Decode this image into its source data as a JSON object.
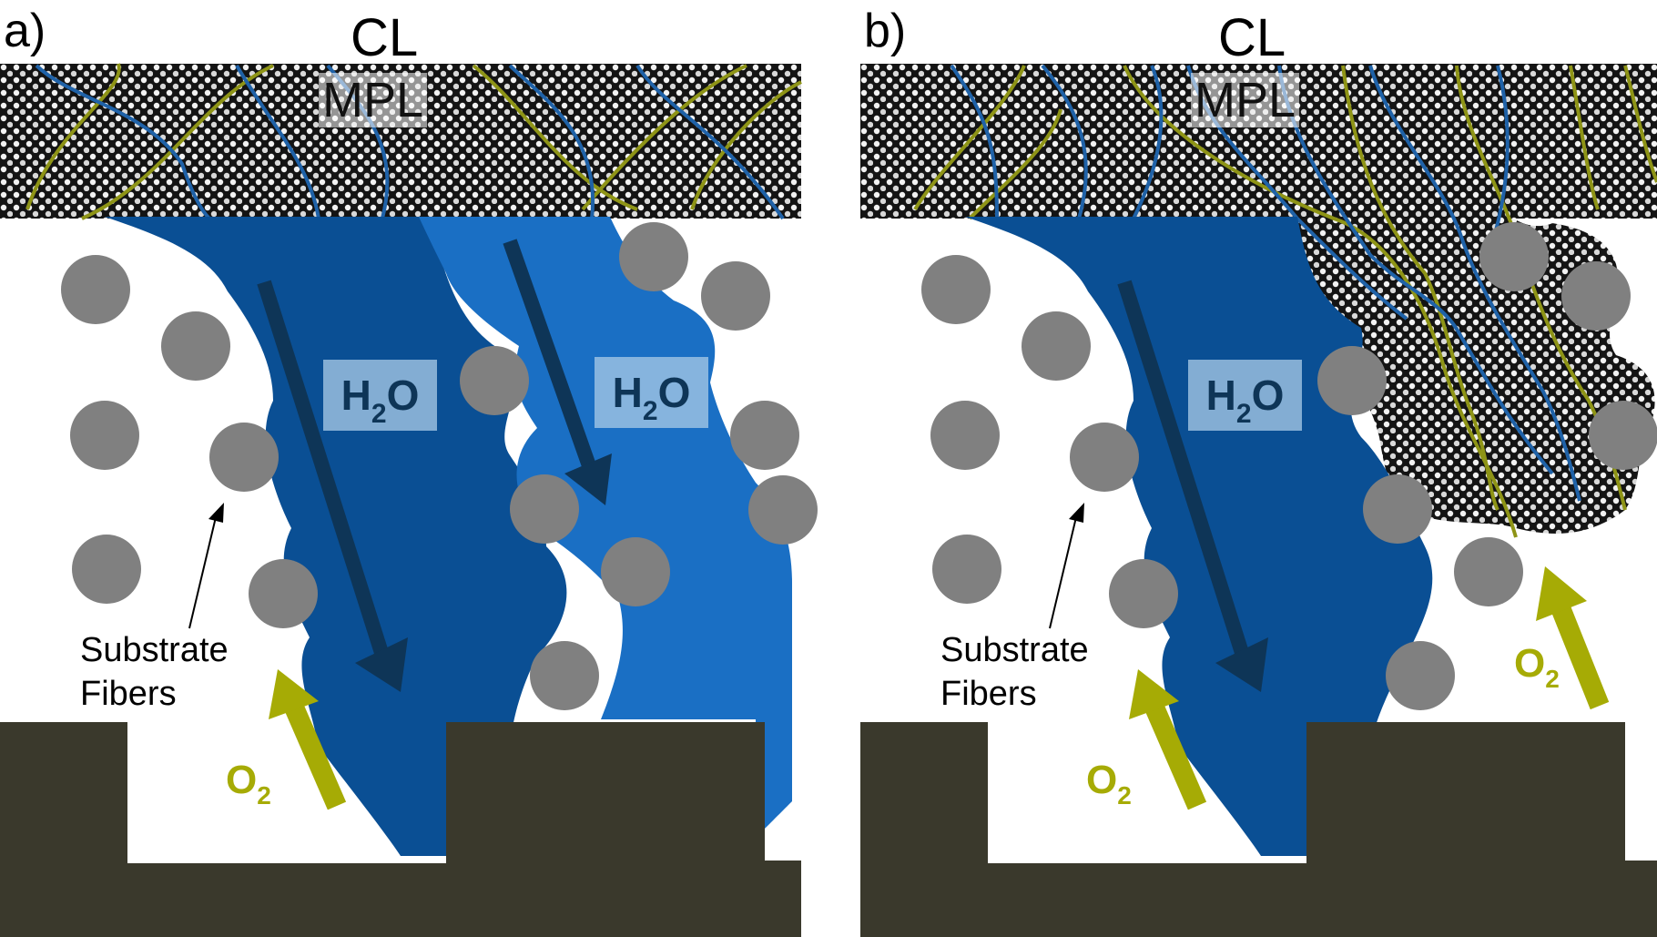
{
  "panels": [
    {
      "id": "a",
      "label": "a)",
      "cl_label": "CL",
      "mpl_label": "MPL",
      "water_labels": [
        {
          "main": "H",
          "sub": "2",
          "end": "O"
        },
        {
          "main": "H",
          "sub": "2",
          "end": "O"
        }
      ],
      "oxygen_labels": [
        {
          "main": "O",
          "sub": "2"
        }
      ],
      "fiber_label_line1": "Substrate",
      "fiber_label_line2": "Fibers"
    },
    {
      "id": "b",
      "label": "b)",
      "cl_label": "CL",
      "mpl_label": "MPL",
      "water_labels": [
        {
          "main": "H",
          "sub": "2",
          "end": "O"
        }
      ],
      "oxygen_labels": [
        {
          "main": "O",
          "sub": "2"
        },
        {
          "main": "O",
          "sub": "2"
        }
      ],
      "fiber_label_line1": "Substrate",
      "fiber_label_line2": "Fibers"
    }
  ],
  "colors": {
    "water_dark": "#0a4f94",
    "water_light": "#1a6fc4",
    "flow_arrow": "#0e3557",
    "oxygen": "#a6ab05",
    "fiber": "#808080",
    "rib": "#3a392c",
    "mpl_dark": "#141414",
    "binder_line_olive": "#8e9416",
    "binder_line_blue": "#1f62a8"
  }
}
